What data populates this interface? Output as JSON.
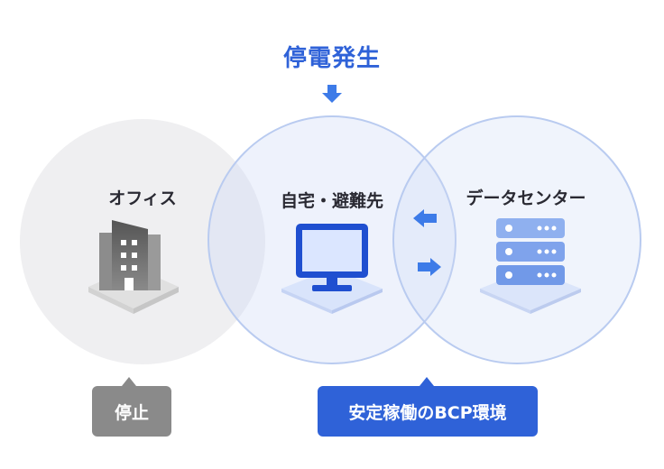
{
  "title": "停電発生",
  "zones": {
    "office": {
      "label": "オフィス"
    },
    "home": {
      "label": "自宅・避難先"
    },
    "datacenter": {
      "label": "データセンター"
    }
  },
  "badges": {
    "stopped": "停止",
    "bcp": "安定稼働のBCP環境"
  },
  "colors": {
    "accent": "#2f62d8",
    "badge_gray": "#8a8a8a",
    "badge_blue": "#2f62d8",
    "arrow_blue": "#3d7be8"
  },
  "icons": [
    "arrow-down-icon",
    "office-building-icon",
    "monitor-icon",
    "server-icon",
    "arrow-left-icon",
    "arrow-right-icon"
  ]
}
